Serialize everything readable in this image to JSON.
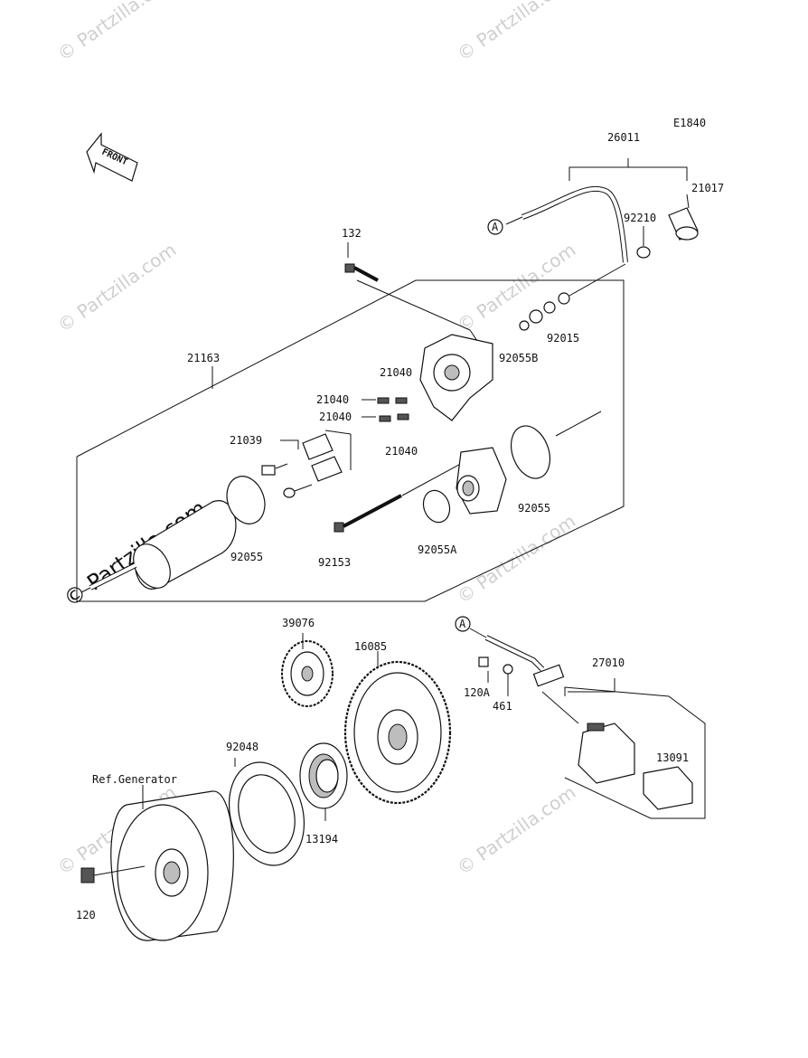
{
  "diagram_code": "E1840",
  "front_label": "FRONT",
  "ref_generator": "Ref.Generator",
  "callout_a": "A",
  "watermark": "© Partzilla.com",
  "parts": {
    "p26011": "26011",
    "p21017": "21017",
    "p92210": "92210",
    "p132": "132",
    "p92015": "92015",
    "p92055B": "92055B",
    "p21163": "21163",
    "p21040a": "21040",
    "p21040b": "21040",
    "p21040c": "21040",
    "p21040d": "21040",
    "p21039": "21039",
    "p92055a": "92055",
    "p92055b": "92055",
    "p92153": "92153",
    "p92055A": "92055A",
    "p39076": "39076",
    "p16085": "16085",
    "p27010": "27010",
    "p120A": "120A",
    "p461": "461",
    "p13091": "13091",
    "p92048": "92048",
    "p13194": "13194",
    "p120": "120"
  }
}
